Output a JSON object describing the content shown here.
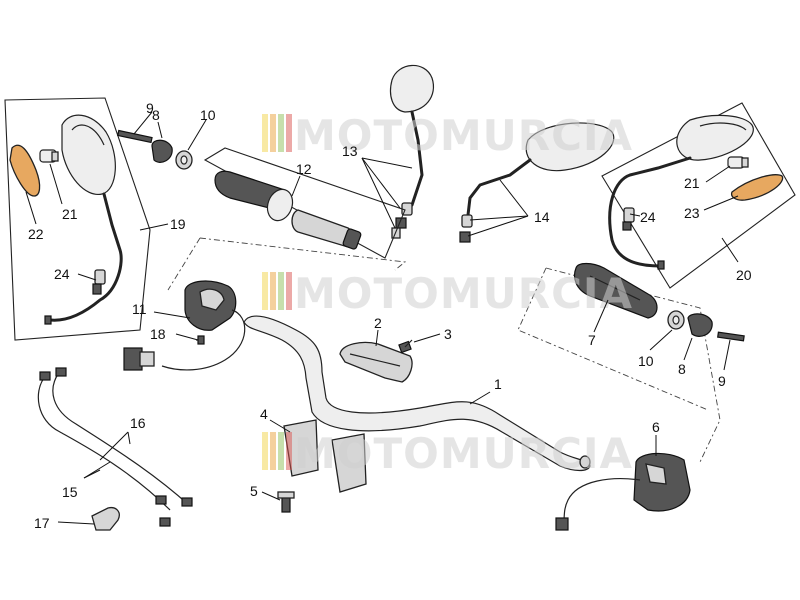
{
  "watermark": {
    "text": "MOTOMURCIA",
    "stripe_colors": [
      "#f1d34a",
      "#e9a23b",
      "#8fbf5a",
      "#d9534f"
    ]
  },
  "callouts": [
    {
      "id": "c1",
      "text": "1"
    },
    {
      "id": "c2",
      "text": "2"
    },
    {
      "id": "c3",
      "text": "3"
    },
    {
      "id": "c4",
      "text": "4"
    },
    {
      "id": "c5",
      "text": "5"
    },
    {
      "id": "c6",
      "text": "6"
    },
    {
      "id": "c7",
      "text": "7"
    },
    {
      "id": "c8a",
      "text": "8"
    },
    {
      "id": "c8b",
      "text": "8"
    },
    {
      "id": "c9a",
      "text": "9"
    },
    {
      "id": "c9b",
      "text": "9"
    },
    {
      "id": "c10a",
      "text": "10"
    },
    {
      "id": "c10b",
      "text": "10"
    },
    {
      "id": "c11",
      "text": "11"
    },
    {
      "id": "c12",
      "text": "12"
    },
    {
      "id": "c13",
      "text": "13"
    },
    {
      "id": "c14",
      "text": "14"
    },
    {
      "id": "c15",
      "text": "15"
    },
    {
      "id": "c16",
      "text": "16"
    },
    {
      "id": "c17",
      "text": "17"
    },
    {
      "id": "c18",
      "text": "18"
    },
    {
      "id": "c19",
      "text": "19"
    },
    {
      "id": "c20",
      "text": "20"
    },
    {
      "id": "c21a",
      "text": "21"
    },
    {
      "id": "c21b",
      "text": "21"
    },
    {
      "id": "c22",
      "text": "22"
    },
    {
      "id": "c23",
      "text": "23"
    },
    {
      "id": "c24a",
      "text": "24"
    },
    {
      "id": "c24b",
      "text": "24"
    }
  ]
}
